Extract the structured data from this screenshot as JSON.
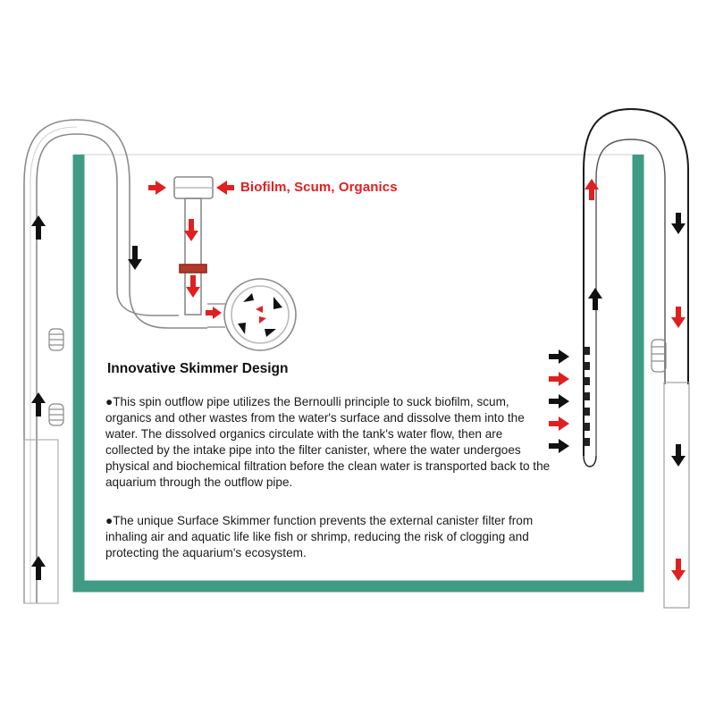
{
  "callout": {
    "text": "Biofilm, Scum, Organics",
    "color": "#e02020"
  },
  "description": {
    "heading": "Innovative Skimmer Design",
    "paragraphs": [
      "●This spin outflow pipe utilizes the Bernoulli principle to suck biofilm, scum, organics and other wastes from the water's surface and dissolve them into the water. The dissolved organics circulate with the tank's water flow, then are collected by the intake pipe into the filter canister, where the water undergoes physical and biochemical filtration before the clean water is transported back to the aquarium through the outflow pipe.",
      "●The unique Surface Skimmer function prevents the external canister filter from inhaling air and aquatic life like fish or shrimp, reducing the risk of clogging and protecting the aquarium's ecosystem."
    ]
  },
  "colors": {
    "tank_wall": "#3f9b84",
    "arrow_black": "#111111",
    "arrow_red": "#e02020",
    "glass_outline": "#7a7a7a",
    "ring": "#b23a2a"
  },
  "flow_arrows": {
    "outflow_pipe": [
      "black",
      "black",
      "black",
      "black",
      "red",
      "red",
      "black",
      "black",
      "red",
      "black",
      "black",
      "red",
      "black"
    ],
    "inflow_pipe": [
      "red",
      "black",
      "black",
      "red",
      "black",
      "red",
      "black"
    ]
  }
}
